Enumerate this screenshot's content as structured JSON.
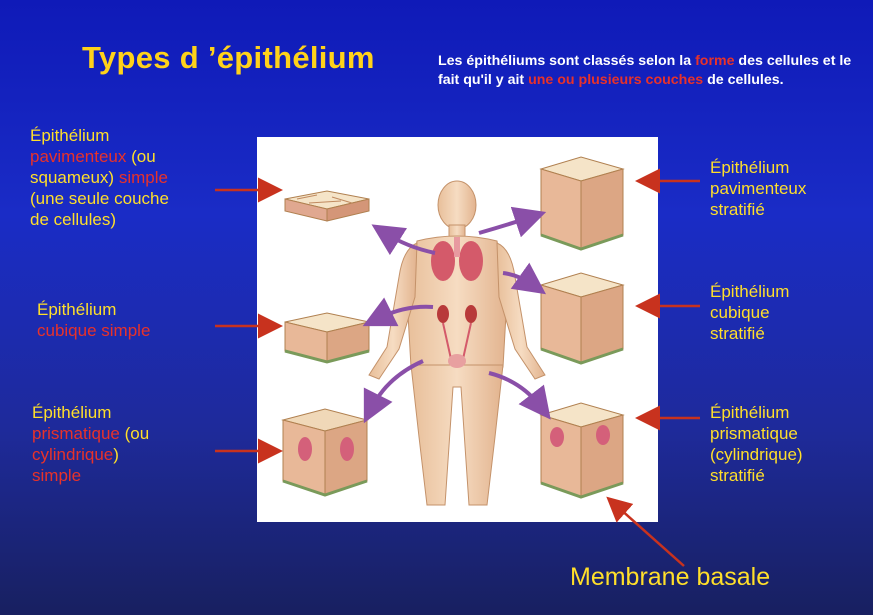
{
  "title": "Types d ’épithélium",
  "intro": {
    "p1": "Les épithéliums sont classés selon la ",
    "p2": "forme",
    "p3": " des cellules et le fait qu'il y ait ",
    "p4": "une ou plusieurs couches",
    "p5": " de cellules."
  },
  "labels": {
    "pav_simple": {
      "l1": "Épithélium",
      "l2a": "pavimenteux",
      "l2b": " (ou",
      "l3a": "squameux) ",
      "l3b": "simple",
      "l4": "(une seule couche",
      "l5": "de cellules)"
    },
    "cub_simple": {
      "l1": "Épithélium",
      "l2": "cubique simple"
    },
    "pris_simple": {
      "l1": "Épithélium",
      "l2a": "prismatique",
      "l2b": " (ou",
      "l3a": "cylindrique",
      "l3b": ")",
      "l4": "simple"
    },
    "pav_strat": {
      "l1": "Épithélium",
      "l2": "pavimenteux",
      "l3": "stratifié"
    },
    "cub_strat": {
      "l1": "Épithélium",
      "l2": "cubique",
      "l3": "stratifié"
    },
    "pris_strat": {
      "l1": "Épithélium",
      "l2": "prismatique",
      "l3": "(cylindrique)",
      "l4": "stratifié"
    }
  },
  "membrane": "Membrane basale",
  "colors": {
    "title": "#ffd21a",
    "label": "#ffdf2a",
    "highlight": "#e8322a",
    "arrow": "#c8321e",
    "purple": "#8a4fa8"
  }
}
